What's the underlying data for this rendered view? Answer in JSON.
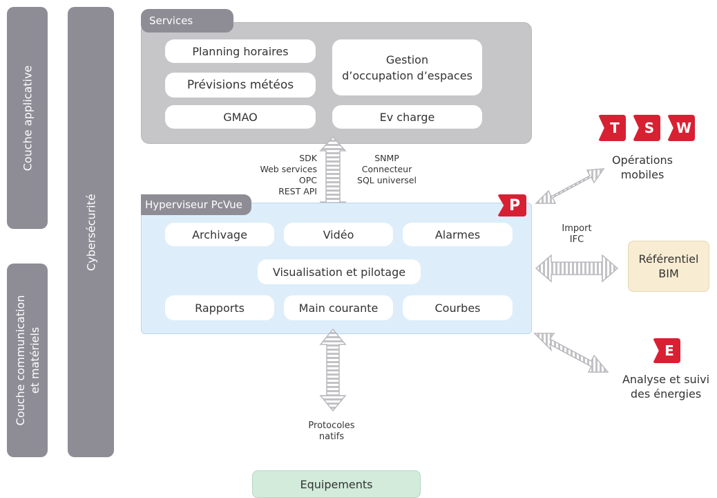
{
  "layers": {
    "applicative": "Couche applicative",
    "communication": [
      "Couche communication",
      "et matériels"
    ],
    "security": "Cybersécurité"
  },
  "services": {
    "title": "Services",
    "items": {
      "planning": "Planning horaires",
      "meteo": "Prévisions météos",
      "gmao": "GMAO",
      "occupation": [
        "Gestion",
        "d’occupation d’espaces"
      ],
      "ev": "Ev  charge"
    }
  },
  "interfaces": {
    "left": [
      "SDK",
      "Web services",
      "OPC",
      "REST API"
    ],
    "right": [
      "SNMP",
      "Connecteur",
      "SQL universel"
    ]
  },
  "hyperviseur": {
    "title": "Hyperviseur PcVue",
    "logo": "P",
    "items": {
      "archivage": "Archivage",
      "video": "Vidéo",
      "alarmes": "Alarmes",
      "visualisation": "Visualisation et pilotage",
      "rapports": "Rapports",
      "main_courante": "Main courante",
      "courbes": "Courbes"
    }
  },
  "mobile": {
    "logos": [
      "T",
      "S",
      "W"
    ],
    "label": [
      "Opérations",
      "mobiles"
    ]
  },
  "bim": {
    "import": [
      "Import",
      "IFC"
    ],
    "label": [
      "Référentiel",
      "BIM"
    ]
  },
  "energy": {
    "logo": "E",
    "label": [
      "Analyse et suivi",
      "des énergies"
    ]
  },
  "protocoles": [
    "Protocoles",
    "natifs"
  ],
  "equipements": "Equipements",
  "colors": {
    "grey_bar": "#8e8d96",
    "services_bg": "#c6c5c8",
    "hyper_bg": "#ddeefa",
    "bim_bg": "#f8ecd2",
    "equip_bg": "#d2ebdb",
    "red": "#d82033",
    "arrow": "#b9b9bd"
  }
}
